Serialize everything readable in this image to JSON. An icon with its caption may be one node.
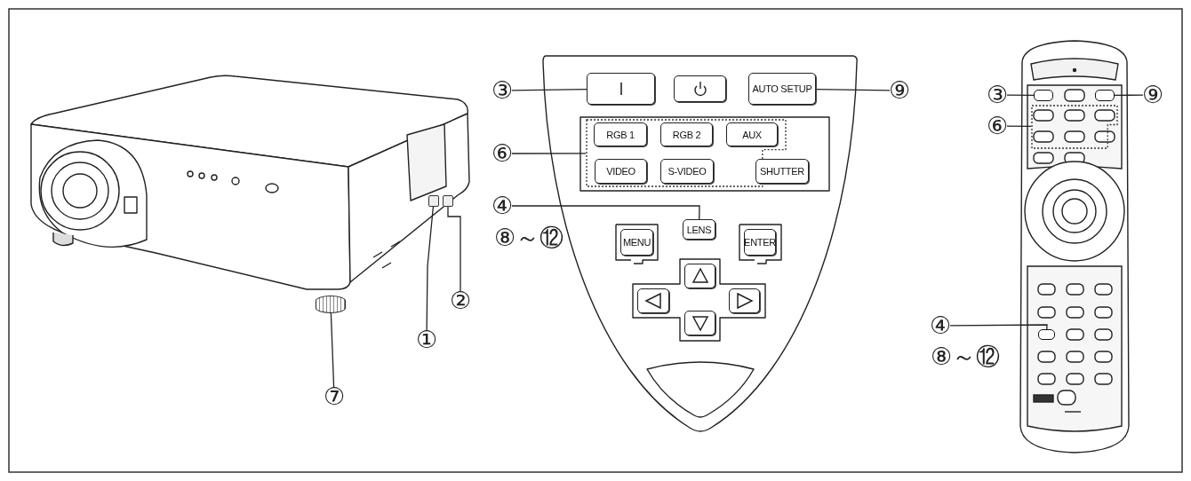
{
  "diagram": {
    "nodes": [
      {
        "text": [
          "①"
        ]
      },
      {
        "text": [
          "②"
        ]
      },
      {
        "text": [
          "⑦"
        ]
      },
      {
        "text": [],
        "shape": "box"
      },
      {
        "text": [],
        "shape": "box"
      },
      {
        "text": [],
        "shape": "cylinder"
      },
      {
        "text": [
          "③"
        ]
      },
      {
        "text": [],
        "shape": "box"
      },
      {
        "text": [],
        "shape": "box"
      },
      {
        "text": [
          "AUTO SETUP"
        ]
      },
      {
        "text": [
          "⑨"
        ]
      },
      {
        "text": [
          "⑥"
        ]
      },
      {
        "text": [],
        "shape": "box"
      },
      {
        "text": [
          "RGB 1"
        ],
        "in": 12
      },
      {
        "text": [
          "RGB 2"
        ],
        "in": 12
      },
      {
        "text": [
          "AUX"
        ],
        "in": 12
      },
      {
        "text": [
          "VIDEO"
        ],
        "in": 12
      },
      {
        "text": [
          "S-VIDEO"
        ],
        "in": 12
      },
      {
        "text": [
          "SHUTTER"
        ]
      },
      {
        "text": [
          "④"
        ]
      },
      {
        "text": [
          "LENS"
        ]
      },
      {
        "text": [
          "MENU"
        ]
      },
      {
        "text": [
          "ENTER"
        ]
      },
      {
        "text": [],
        "shape": "box"
      },
      {
        "text": [],
        "shape": "box"
      },
      {
        "text": [],
        "shape": "box"
      },
      {
        "text": [],
        "shape": "box"
      },
      {
        "text": [
          "③"
        ]
      },
      {
        "text": [],
        "shape": "box"
      },
      {
        "text": [],
        "shape": "box"
      },
      {
        "text": [
          "⑨"
        ]
      },
      {
        "text": [
          "⑥"
        ]
      },
      {
        "text": [],
        "shape": "box"
      },
      {
        "text": [
          "④"
        ]
      },
      {
        "text": [],
        "shape": "box"
      }
    ],
    "edges": [
      {
        "from": 0,
        "to": 3,
        "arrow": "none"
      },
      {
        "from": 1,
        "to": 4,
        "arrow": "none"
      },
      {
        "from": 2,
        "to": 5,
        "arrow": "none"
      },
      {
        "from": 6,
        "to": 7,
        "arrow": "none"
      },
      {
        "from": 10,
        "to": 9,
        "arrow": "none"
      },
      {
        "from": 11,
        "to": 12,
        "arrow": "none"
      },
      {
        "from": 19,
        "to": 20,
        "arrow": "none"
      },
      {
        "from": 27,
        "to": 28,
        "arrow": "none"
      },
      {
        "from": 30,
        "to": 29,
        "arrow": "none"
      },
      {
        "from": 31,
        "to": 32,
        "arrow": "none"
      },
      {
        "from": 33,
        "to": 34,
        "arrow": "none"
      }
    ],
    "labels": [
      "⑧～⑫",
      "⑧～⑫"
    ]
  }
}
